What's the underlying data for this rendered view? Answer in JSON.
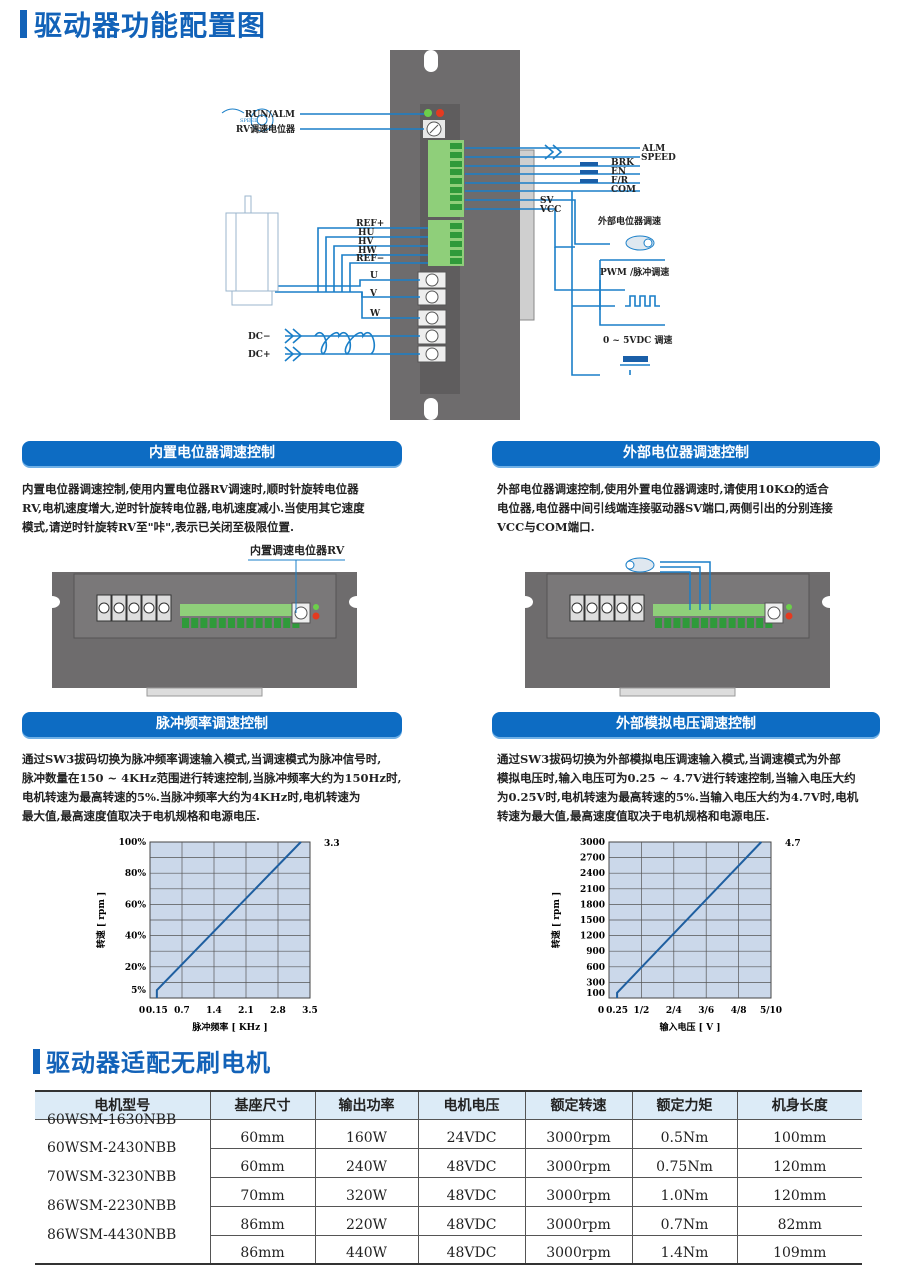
{
  "title": "驱动器功能配置图",
  "diagram": {
    "left_labels": {
      "run_alm": "RUN/ALM",
      "rv": "RV调速电位器",
      "speed_icon": "SPEED",
      "ref_plus": "REF+",
      "hu": "HU",
      "hv": "HV",
      "hw": "HW",
      "ref_minus": "REF−",
      "u": "U",
      "v": "V",
      "w": "W",
      "dc_minus": "DC−",
      "dc_plus": "DC+"
    },
    "right_labels": {
      "alm": "ALM",
      "speed": "SPEED",
      "brk": "BRK",
      "en": "EN",
      "fr": "F/R",
      "com": "COM",
      "sv": "SV",
      "vcc": "VCC",
      "ext_pot": "外部电位器调速",
      "pwm": "PWM /脉冲调速",
      "vdc": "0 ~ 5VDC 调速"
    }
  },
  "sections": [
    {
      "heading": "内置电位器调速控制",
      "lines": [
        "内置电位器调速控制,使用内置电位器RV调速时,顺时针旋转电位器",
        "RV,电机速度增大,逆时针旋转电位器,电机速度减小.当使用其它速度",
        "模式,请逆时针旋转RV至\"咔\",表示已关闭至极限位置."
      ],
      "callout": "内置调速电位器RV"
    },
    {
      "heading": "外部电位器调速控制",
      "lines": [
        "外部电位器调速控制,使用外置电位器调速时,请使用10KΩ的适合",
        "电位器,电位器中间引线端连接驱动器SV端口,两侧引出的分别连接",
        "VCC与COM端口."
      ]
    },
    {
      "heading": "脉冲频率调速控制",
      "lines": [
        "通过SW3拔码切换为脉冲频率调速输入模式,当调速模式为脉冲信号时,",
        "脉冲数量在150 ~ 4KHz范围进行转速控制,当脉冲频率大约为150Hz时,",
        "电机转速为最高转速的5%.当脉冲频率大约为4KHz时,电机转速为",
        "最大值,最高速度值取决于电机规格和电源电压."
      ]
    },
    {
      "heading": "外部模拟电压调速控制",
      "lines": [
        "通过SW3拔码切换为外部模拟电压调速输入模式,当调速模式为外部",
        "模拟电压时,输入电压可为0.25 ~ 4.7V进行转速控制,当输入电压大约",
        "为0.25V时,电机转速为最高转速的5%.当输入电压大约为4.7V时,电机",
        "转速为最大值,最高速度值取决于电机规格和电源电压."
      ]
    }
  ],
  "chart_data": [
    {
      "type": "line",
      "title": "",
      "xlabel": "脉冲频率 [ KHz ]",
      "ylabel": "转速 [ rpm ]",
      "xlim": [
        0,
        3.5
      ],
      "ylim": [
        0,
        100
      ],
      "x_ticks": [
        {
          "v": 0,
          "t": "0"
        },
        {
          "v": 0.15,
          "t": "0.15"
        },
        {
          "v": 0.7,
          "t": "0.7"
        },
        {
          "v": 1.4,
          "t": "1.4"
        },
        {
          "v": 2.1,
          "t": "2.1"
        },
        {
          "v": 2.8,
          "t": "2.8"
        },
        {
          "v": 3.5,
          "t": "3.5"
        }
      ],
      "y_ticks": [
        {
          "v": 5,
          "t": "5%"
        },
        {
          "v": 20,
          "t": "20%"
        },
        {
          "v": 40,
          "t": "40%"
        },
        {
          "v": 60,
          "t": "60%"
        },
        {
          "v": 80,
          "t": "80%"
        },
        {
          "v": 100,
          "t": "100%"
        }
      ],
      "x_grid": [
        0.7,
        1.4,
        2.1,
        2.8
      ],
      "y_grid": [
        10,
        20,
        30,
        40,
        50,
        60,
        70,
        80,
        90
      ],
      "points": [
        [
          0.15,
          0
        ],
        [
          0.15,
          5
        ],
        [
          3.3,
          100
        ]
      ],
      "annotation": "3.3"
    },
    {
      "type": "line",
      "title": "",
      "xlabel": "输入电压 [ V ]",
      "ylabel": "转速 [ rpm ]",
      "xlim": [
        0,
        5
      ],
      "ylim": [
        0,
        3000
      ],
      "x_ticks": [
        {
          "v": 0,
          "t": "0"
        },
        {
          "v": 0.25,
          "t": "0.25"
        },
        {
          "v": 1,
          "t": "1/2"
        },
        {
          "v": 2,
          "t": "2/4"
        },
        {
          "v": 3,
          "t": "3/6"
        },
        {
          "v": 4,
          "t": "4/8"
        },
        {
          "v": 5,
          "t": "5/10"
        }
      ],
      "y_ticks": [
        {
          "v": 100,
          "t": "100"
        },
        {
          "v": 300,
          "t": "300"
        },
        {
          "v": 600,
          "t": "600"
        },
        {
          "v": 900,
          "t": "900"
        },
        {
          "v": 1200,
          "t": "1200"
        },
        {
          "v": 1500,
          "t": "1500"
        },
        {
          "v": 1800,
          "t": "1800"
        },
        {
          "v": 2100,
          "t": "2100"
        },
        {
          "v": 2400,
          "t": "2400"
        },
        {
          "v": 2700,
          "t": "2700"
        },
        {
          "v": 3000,
          "t": "3000"
        }
      ],
      "x_grid": [
        1,
        2,
        3,
        4
      ],
      "y_grid": [
        300,
        600,
        900,
        1200,
        1500,
        1800,
        2100,
        2400,
        2700
      ],
      "points": [
        [
          0.25,
          0
        ],
        [
          0.25,
          100
        ],
        [
          4.7,
          3000
        ]
      ],
      "annotation": "4.7"
    }
  ],
  "motor_table": {
    "title": "驱动器适配无刷电机",
    "headers": [
      "电机型号",
      "基座尺寸",
      "输出功率",
      "电机电压",
      "额定转速",
      "额定力矩",
      "机身长度"
    ],
    "rows": [
      [
        "60WSM-1630NBB",
        "60mm",
        "160W",
        "24VDC",
        "3000rpm",
        "0.5Nm",
        "100mm"
      ],
      [
        "60WSM-2430NBB",
        "60mm",
        "240W",
        "48VDC",
        "3000rpm",
        "0.75Nm",
        "120mm"
      ],
      [
        "70WSM-3230NBB",
        "70mm",
        "320W",
        "48VDC",
        "3000rpm",
        "1.0Nm",
        "120mm"
      ],
      [
        "86WSM-2230NBB",
        "86mm",
        "220W",
        "48VDC",
        "3000rpm",
        "0.7Nm",
        "82mm"
      ],
      [
        "86WSM-4430NBB",
        "86mm",
        "440W",
        "48VDC",
        "3000rpm",
        "1.4Nm",
        "109mm"
      ]
    ]
  },
  "colors": {
    "brand_blue": "#1262b8",
    "pill_blue": "#0d6cc3",
    "wire_blue": "#1a7fc8",
    "plot_fill": "#cbd8ea",
    "driver_gray": "#6e6c6d",
    "terminal_green": "#4caf50"
  }
}
